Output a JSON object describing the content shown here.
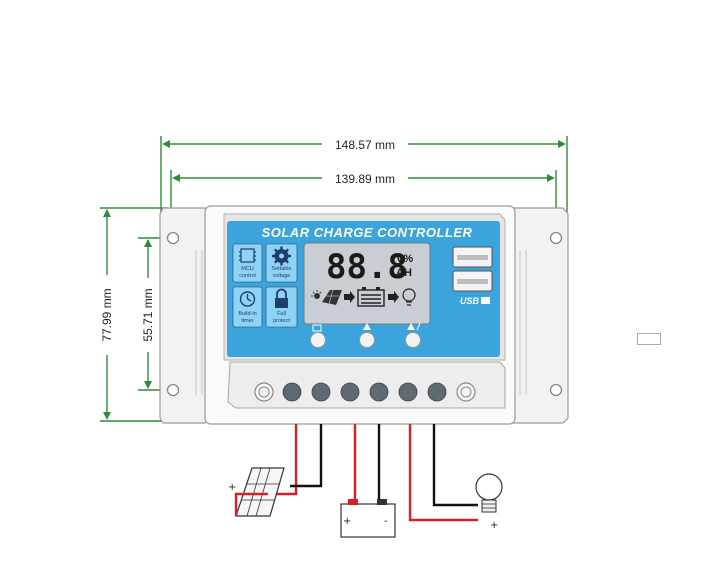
{
  "dimensions": {
    "overall_width": "148.57 mm",
    "mount_width": "139.89 mm",
    "overall_height": "77.99 mm",
    "mount_height": "55.71 mm"
  },
  "panel": {
    "title": "SOLAR CHARGE CONTROLLER",
    "display_digits": "88.8",
    "display_unit_top": "V%",
    "display_unit_bottom": "AH",
    "usb_label": "USB"
  },
  "status_tiles": [
    {
      "icon": "chip-icon",
      "label_lines": [
        "MCU",
        "control"
      ]
    },
    {
      "icon": "gear-icon",
      "label_lines": [
        "Settable",
        "voltage"
      ]
    },
    {
      "icon": "clock-icon",
      "label_lines": [
        "Build-in",
        "timer"
      ]
    },
    {
      "icon": "lock-icon",
      "label_lines": [
        "Full",
        "protect"
      ]
    }
  ],
  "buttons": [
    {
      "icon": "square-icon"
    },
    {
      "icon": "triangle-icon"
    },
    {
      "icon": "triangle-slash-icon"
    }
  ],
  "terminals_count": 6,
  "wiring": {
    "positive_sign": "+",
    "negative_sign": "-",
    "colors": {
      "positive": "#d81f26",
      "negative": "#111111"
    }
  },
  "colors": {
    "dimension_line": "#2e8b3a",
    "panel_blue": "#3ba4dc",
    "lcd": "#c8ced3",
    "tile_blue": "#8fd3f4"
  }
}
